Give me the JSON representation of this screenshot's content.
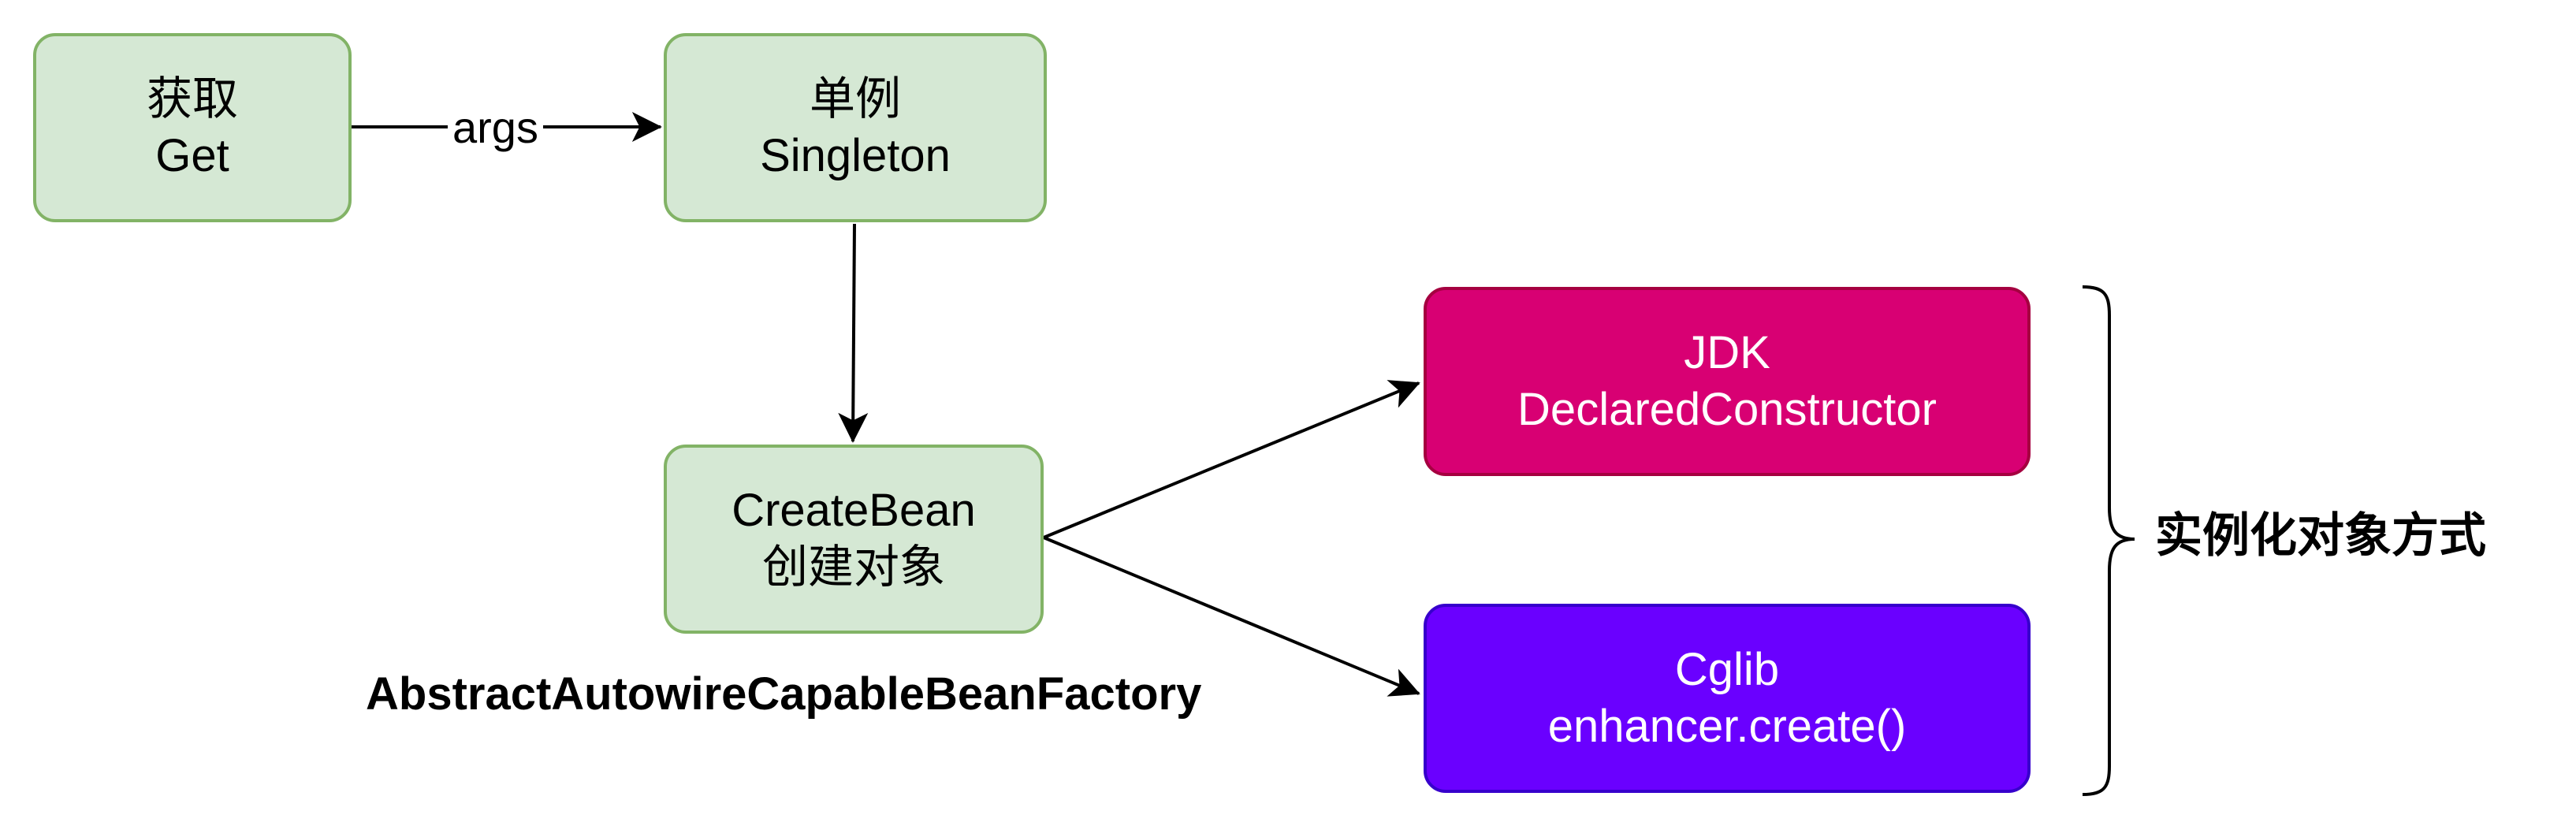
{
  "nodes": {
    "get": {
      "line1": "获取",
      "line2": "Get"
    },
    "singleton": {
      "line1": "单例",
      "line2": "Singleton"
    },
    "create_bean": {
      "line1": "CreateBean",
      "line2": "创建对象"
    },
    "jdk": {
      "line1": "JDK",
      "line2": "DeclaredConstructor"
    },
    "cglib": {
      "line1": "Cglib",
      "line2": "enhancer.create()"
    }
  },
  "edges": {
    "get_to_singleton_label": "args"
  },
  "labels": {
    "factory_class": "AbstractAutowireCapableBeanFactory",
    "brace_caption": "实例化对象方式"
  },
  "colors": {
    "green_fill": "#d5e8d4",
    "green_stroke": "#82b366",
    "jdk_fill": "#d80073",
    "cglib_fill": "#6a00ff",
    "text_white": "#ffffff"
  },
  "icons": {
    "brace": "right-curly-brace",
    "arrowhead": "filled-arrowhead"
  }
}
